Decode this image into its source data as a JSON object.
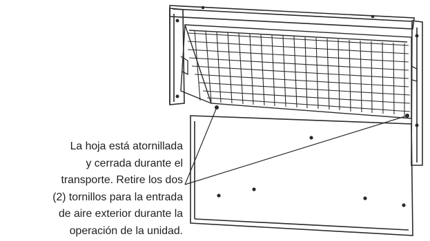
{
  "caption": {
    "lines": [
      "La hoja está atornillada",
      "y cerrada durante el",
      "transporte. Retire los dos",
      "(2) tornillos para la entrada",
      "de aire exterior durante la",
      "operación de la unidad."
    ]
  },
  "colors": {
    "line": "#2a2a2a",
    "text": "#1e1e1e",
    "background": "#ffffff"
  }
}
